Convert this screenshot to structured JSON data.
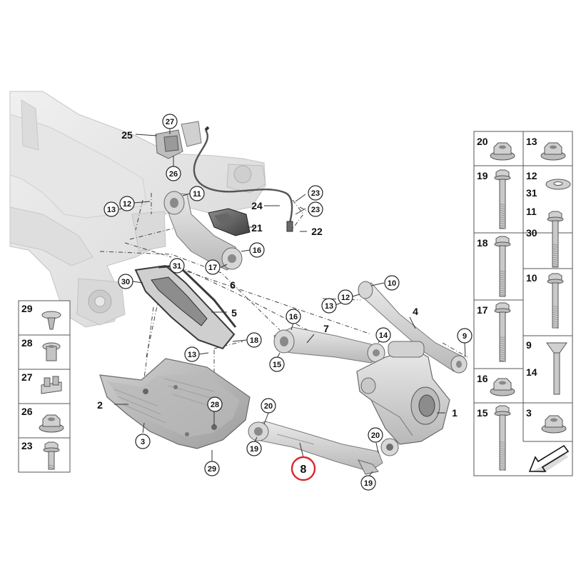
{
  "diagram": {
    "callouts_circled": [
      {
        "id": "c27",
        "label": "27"
      },
      {
        "id": "c26",
        "label": "26"
      },
      {
        "id": "c11",
        "label": "11"
      },
      {
        "id": "c12a",
        "label": "12"
      },
      {
        "id": "c13a",
        "label": "13"
      },
      {
        "id": "c23a",
        "label": "23"
      },
      {
        "id": "c23b",
        "label": "23"
      },
      {
        "id": "c16a",
        "label": "16"
      },
      {
        "id": "c17",
        "label": "17"
      },
      {
        "id": "c31",
        "label": "31"
      },
      {
        "id": "c30",
        "label": "30"
      },
      {
        "id": "c10",
        "label": "10"
      },
      {
        "id": "c12b",
        "label": "12"
      },
      {
        "id": "c13b",
        "label": "13"
      },
      {
        "id": "c16b",
        "label": "16"
      },
      {
        "id": "c14",
        "label": "14"
      },
      {
        "id": "c9",
        "label": "9"
      },
      {
        "id": "c15",
        "label": "15"
      },
      {
        "id": "c18",
        "label": "18"
      },
      {
        "id": "c13c",
        "label": "13"
      },
      {
        "id": "c28",
        "label": "28"
      },
      {
        "id": "c3",
        "label": "3"
      },
      {
        "id": "c29",
        "label": "29"
      },
      {
        "id": "c20a",
        "label": "20"
      },
      {
        "id": "c19a",
        "label": "19"
      },
      {
        "id": "c20b",
        "label": "20"
      },
      {
        "id": "c19b",
        "label": "19"
      }
    ],
    "callouts_plain": [
      {
        "id": "p25",
        "label": "25"
      },
      {
        "id": "p24",
        "label": "24"
      },
      {
        "id": "p21",
        "label": "21"
      },
      {
        "id": "p22",
        "label": "22"
      },
      {
        "id": "p6",
        "label": "6"
      },
      {
        "id": "p5",
        "label": "5"
      },
      {
        "id": "p7",
        "label": "7"
      },
      {
        "id": "p4",
        "label": "4"
      },
      {
        "id": "p2",
        "label": "2"
      },
      {
        "id": "p1",
        "label": "1"
      }
    ],
    "highlighted": {
      "label": "8",
      "color": "#d9262c"
    }
  },
  "left_legend": [
    {
      "label": "29",
      "icon": "clip-nut-icon"
    },
    {
      "label": "28",
      "icon": "expanding-rivet-icon"
    },
    {
      "label": "27",
      "icon": "cable-holder-icon"
    },
    {
      "label": "26",
      "icon": "flange-nut-icon"
    },
    {
      "label": "23",
      "icon": "short-bolt-icon"
    }
  ],
  "right_legend": [
    {
      "label": "20",
      "icon": "hex-flange-nut-icon"
    },
    {
      "label": "13",
      "icon": "hex-flange-nut-icon"
    },
    {
      "label": "19",
      "icon": "long-bolt-icon"
    },
    {
      "label": "12",
      "icon": "washer-icon"
    },
    {
      "label": "31",
      "icon": "washer-icon"
    },
    {
      "label": "18",
      "icon": "long-bolt-icon"
    },
    {
      "label": "11",
      "icon": "long-bolt-icon"
    },
    {
      "label": "30",
      "icon": "long-bolt-icon"
    },
    {
      "label": "17",
      "icon": "long-bolt-icon"
    },
    {
      "label": "10",
      "icon": "long-bolt-icon"
    },
    {
      "label": "16",
      "icon": "hex-flange-nut-icon"
    },
    {
      "label": "9",
      "icon": "eccentric-bolt-icon"
    },
    {
      "label": "14",
      "icon": "eccentric-bolt-icon"
    },
    {
      "label": "15",
      "icon": "long-bolt-icon"
    },
    {
      "label": "3",
      "icon": "hex-flange-nut-icon"
    }
  ],
  "colors": {
    "part_light": "#e4e4e4",
    "part_mid": "#c9c9c9",
    "part_dark": "#9a9a9a",
    "line": "#333333",
    "highlight": "#d9262c"
  }
}
